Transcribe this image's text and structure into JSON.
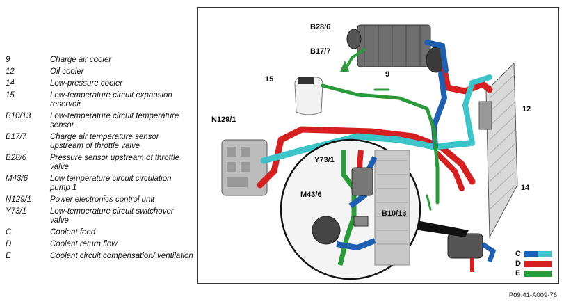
{
  "legend": [
    {
      "code": "9",
      "desc": "Charge air cooler"
    },
    {
      "code": "12",
      "desc": "Oil cooler"
    },
    {
      "code": "14",
      "desc": "Low-pressure cooler"
    },
    {
      "code": "15",
      "desc": "Low-temperature circuit expansion reservoir"
    },
    {
      "code": "B10/13",
      "desc": "Low-temperature circuit temperature sensor"
    },
    {
      "code": "B17/7",
      "desc": "Charge air temperature sensor upstream of throttle valve"
    },
    {
      "code": "B28/6",
      "desc": "Pressure sensor upstream of throttle valve"
    },
    {
      "code": "M43/6",
      "desc": "Low temperature circuit circulation pump 1"
    },
    {
      "code": "N129/1",
      "desc": "Power electronics control unit"
    },
    {
      "code": "Y73/1",
      "desc": "Low-temperature circuit switchover valve"
    },
    {
      "code": "C",
      "desc": "Coolant feed"
    },
    {
      "code": "D",
      "desc": "Coolant return flow"
    },
    {
      "code": "E",
      "desc": "Coolant circuit compensation/ ventilation"
    }
  ],
  "labels": {
    "b28_6": "B28/6",
    "b17_7": "B17/7",
    "n9": "9",
    "n15": "15",
    "n12": "12",
    "n14": "14",
    "n129_1": "N129/1",
    "y73_1": "Y73/1",
    "m43_6": "M43/6",
    "b10_13": "B10/13"
  },
  "color_key": [
    {
      "letter": "C",
      "colors": [
        "#1f5fb0",
        "#3cc4c8"
      ]
    },
    {
      "letter": "D",
      "colors": [
        "#d42020"
      ]
    },
    {
      "letter": "E",
      "colors": [
        "#2a9a3a"
      ]
    }
  ],
  "figure_id": "P09.41-A009-76"
}
